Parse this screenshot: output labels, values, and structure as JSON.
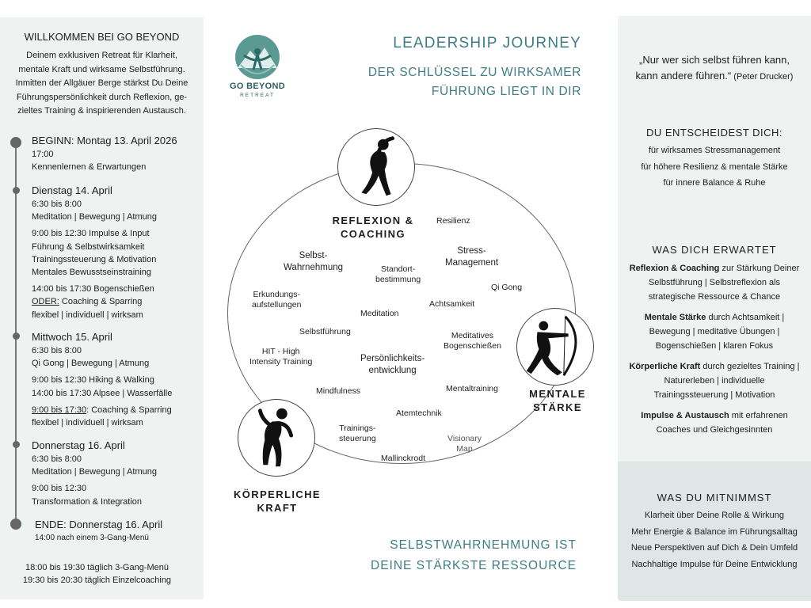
{
  "intro": {
    "title": "WILLKOMMEN BEI GO BEYOND",
    "lines": [
      "Deinem exklusiven Retreat für Klarheit,",
      "mentale Kraft und wirksame Selbstführung.",
      "Inmitten der Allgäuer Berge stärkst Du Deine",
      "Führungspersönlichkeit durch Reflexion, ge-",
      "zieltes Training & inspirierenden Austausch."
    ]
  },
  "schedule": {
    "begin": {
      "head": "BEGINN: Montag 13. April 2026",
      "time": "17:00",
      "text": "Kennenlernen & Erwartungen"
    },
    "tuesday": {
      "head": "Dienstag 14. April",
      "l1": "6:30 bis 8:00",
      "l2": "Meditation | Bewegung | Atmung",
      "l3": "9:00 bis 12:30 Impulse & Input",
      "l4": "Führung & Selbstwirksamkeit",
      "l5": "Trainingssteuerung & Motivation",
      "l6": "Mentales Bewusstseinstraining",
      "l7": "14:00 bis 17:30 Bogenschießen",
      "l8a": "ODER:",
      "l8b": " Coaching & Sparring",
      "l9": "flexibel | individuell | wirksam"
    },
    "wednesday": {
      "head": "Mittwoch 15. April",
      "l1": "6:30 bis 8:00",
      "l2": "Qi Gong | Bewegung | Atmung",
      "l3": "9:00 bis 12:30 Hiking & Walking",
      "l4": "14:00 bis 17:30 Alpsee | Wasserfälle",
      "l5a": "9:00 bis 17:30",
      "l5b": ": Coaching & Sparring",
      "l6": "flexibel | individuell | wirksam"
    },
    "thursday": {
      "head": "Donnerstag 16. April",
      "l1": "6:30 bis 8:00",
      "l2": "Meditation | Bewegung | Atmung",
      "l3": "9:00 bis 12:30",
      "l4": "Transformation & Integration"
    },
    "end": {
      "head": "ENDE: Donnerstag 16. April",
      "text": "14:00 nach einem 3-Gang-Menü"
    },
    "footer": [
      "18:00 bis 19:30 täglich 3-Gang-Menü",
      "19:30 bis 20:30 täglich Einzelcoaching"
    ]
  },
  "logo": {
    "name": "GO BEYOND",
    "sub": "RETREAT"
  },
  "header": {
    "title": "LEADERSHIP  JOURNEY",
    "subtitle1": "DER SCHLÜSSEL ZU WIRKSAMER",
    "subtitle2": "FÜHRUNG LIEGT IN DIR"
  },
  "hubs": {
    "reflexion": [
      "REFLEXION &",
      "COACHING"
    ],
    "mental": [
      "MENTALE",
      "STÄRKE"
    ],
    "koerper": [
      "KÖRPERLICHE",
      "KRAFT"
    ]
  },
  "keywords": {
    "resilienz": "Resilienz",
    "stress": [
      "Stress-",
      "Management"
    ],
    "selbstwahr": [
      "Selbst-",
      "Wahrnehmung"
    ],
    "standort": [
      "Standort-",
      "bestimmung"
    ],
    "qigong": "Qi Gong",
    "erkundung": [
      "Erkundungs-",
      "aufstellungen"
    ],
    "meditation": "Meditation",
    "achtsamkeit": "Achtsamkeit",
    "selbstfuehrung": "Selbstführung",
    "meditativ": [
      "Meditatives",
      "Bogenschießen"
    ],
    "hit": [
      "HIT - High",
      "Intensity Training"
    ],
    "persoenlich": [
      "Persönlichkeits-",
      "entwicklung"
    ],
    "mindfulness": "Mindfulness",
    "mentaltraining": "Mentaltraining",
    "atemtechnik": "Atemtechnik",
    "trainings": [
      "Trainings-",
      "steuerung"
    ],
    "visionary": [
      "Visionary",
      "Map"
    ],
    "mallinckrodt": "Mallinckrodt"
  },
  "slogan": [
    "SELBSTWAHRNEHMUNG IST",
    "DEINE STÄRKSTE RESSOURCE"
  ],
  "quote": {
    "line1": "„Nur wer sich selbst führen kann,",
    "line2": "kann andere führen.“",
    "author": " (Peter Drucker)"
  },
  "decide": {
    "title": "DU ENTSCHEIDEST DICH:",
    "items": [
      "für wirksames Stressmanagement",
      "für höhere Resilienz & mentale Stärke",
      "für innere Balance & Ruhe"
    ]
  },
  "expect": {
    "title": "WAS DICH ERWARTET",
    "p1b": "Reflexion & Coaching",
    "p1": " zur Stärkung Deiner Selbstführung | Selbstreflexion als strategische Ressource & Chance",
    "p2b": "Mentale Stärke",
    "p2": " durch Achtsamkeit | Bewegung | meditative Übungen | Bogenschießen | klaren Fokus",
    "p3b": "Körperliche Kraft",
    "p3": " durch gezieltes Training | Naturerleben | individuelle Trainingssteuerung | Motivation",
    "p4b": "Impulse & Austausch",
    "p4": " mit erfahrenen Coaches und Gleichgesinnten"
  },
  "takeaway": {
    "title": "WAS DU MITNIMMST",
    "items": [
      "Klarheit über Deine Rolle & Wirkung",
      "Mehr Energie & Balance im Führungsalltag",
      "Neue Perspektiven auf Dich & Dein Umfeld",
      "Nachhaltige Impulse für Deine Entwicklung"
    ]
  },
  "colors": {
    "accent": "#3f7d84",
    "panel": "#eef2f1",
    "panel_dark": "#dfe6e6"
  }
}
